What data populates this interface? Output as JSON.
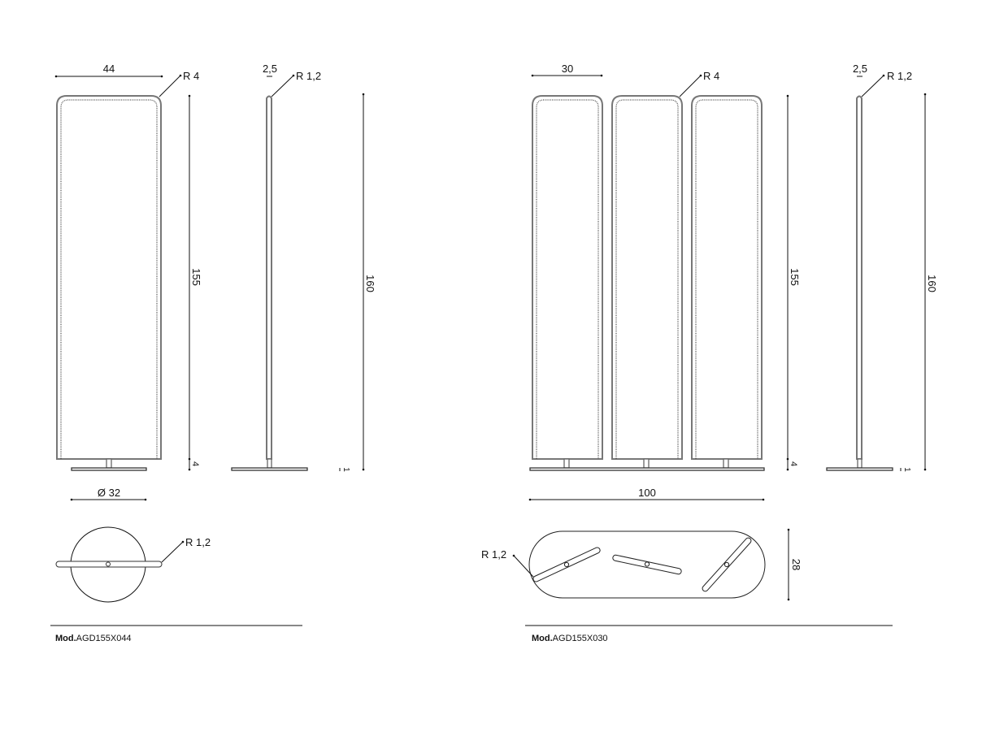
{
  "drawing": {
    "left_model": {
      "front_view": {
        "width_label": "44",
        "radius_label": "R 4",
        "height_label": "155",
        "base_gap_label": "4"
      },
      "side_view": {
        "thickness_label": "2,5",
        "radius_label": "R 1,2",
        "total_height_label": "160",
        "base_thickness_label": "1"
      },
      "top_view": {
        "diameter_label": "Ø 32",
        "radius_label": "R 1,2"
      },
      "model_prefix": "Mod.",
      "model_code": "AGD155X044"
    },
    "right_model": {
      "front_view": {
        "panel_width_label": "30",
        "radius_label": "R 4",
        "height_label": "155",
        "base_gap_label": "4",
        "total_width_label": "100"
      },
      "side_view": {
        "thickness_label": "2,5",
        "radius_label": "R 1,2",
        "total_height_label": "160",
        "base_thickness_label": "1"
      },
      "top_view": {
        "radius_label": "R 1,2",
        "depth_label": "28"
      },
      "model_prefix": "Mod.",
      "model_code": "AGD155X030"
    }
  }
}
